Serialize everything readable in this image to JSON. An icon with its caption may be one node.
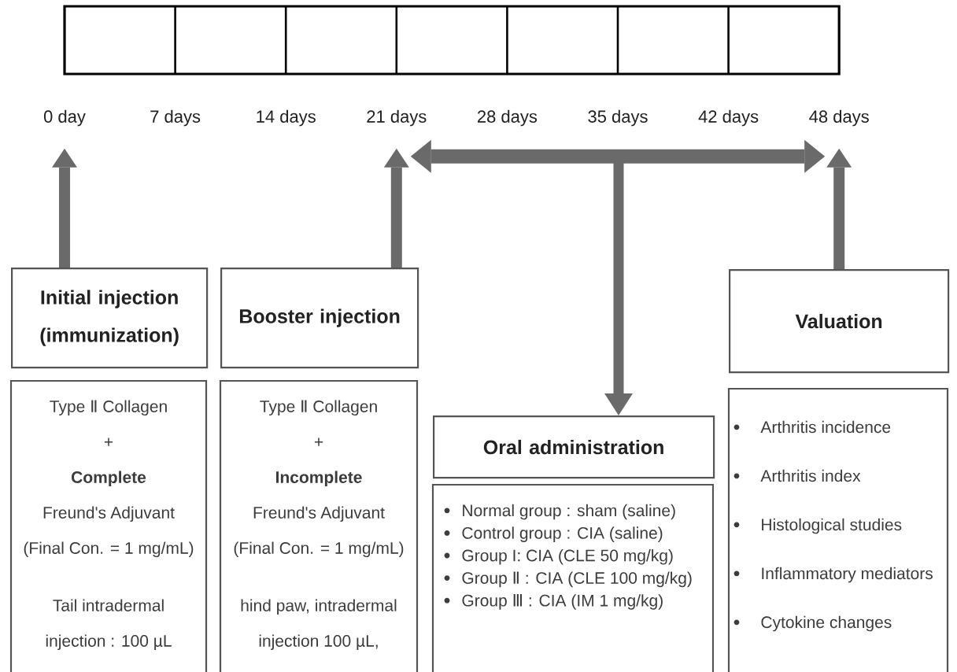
{
  "diagram": {
    "nodes": [
      {
        "text": [
          "0 day"
        ]
      },
      {
        "text": [
          "21 days"
        ]
      },
      {
        "text": [
          "48 days"
        ]
      },
      {
        "text": [
          "Initial injection (immunization)"
        ]
      },
      {
        "text": [
          "Type Ⅱ Collagen",
          "+",
          "**Complete** Freund's Adjuvant",
          "(Final Con. = 1 mg/mL)",
          "Tail intradermal injection : 100 µL"
        ]
      },
      {
        "text": [
          "Booster injection"
        ]
      },
      {
        "text": [
          "Type Ⅱ Collagen",
          "+",
          "**Incomplete** Freund's Adjuvant",
          "(Final Con. = 1 mg/mL)",
          "hind paw, intradermal injection 100 µL,"
        ]
      },
      {
        "text": [
          "Oral administration"
        ]
      },
      {
        "text": [
          "Normal group : sham (saline)",
          "Control group : CIA (saline)",
          "Group I: CIA (CLE 50 mg/kg)",
          "Group Ⅱ : CIA (CLE 100 mg/kg)",
          "Group Ⅲ : CIA (IM 1 mg/kg)"
        ]
      },
      {
        "text": [
          "Valuation"
        ]
      },
      {
        "text": [
          "Arthritis incidence",
          "Arthritis index",
          "Histological studies",
          "Inflammatory mediators",
          "Cytokine changes"
        ]
      }
    ],
    "edges": [
      {
        "from": 3,
        "to": 0,
        "arrow": "to"
      },
      {
        "from": 5,
        "to": 1,
        "arrow": "to"
      },
      {
        "from": 1,
        "to": 2,
        "arrow": "both"
      },
      {
        "from": null,
        "to": 7,
        "arrow": "to"
      },
      {
        "from": 9,
        "to": 2,
        "arrow": "to"
      }
    ],
    "labels": [
      "7 days",
      "14 days",
      "28 days",
      "35 days",
      "42 days"
    ]
  }
}
